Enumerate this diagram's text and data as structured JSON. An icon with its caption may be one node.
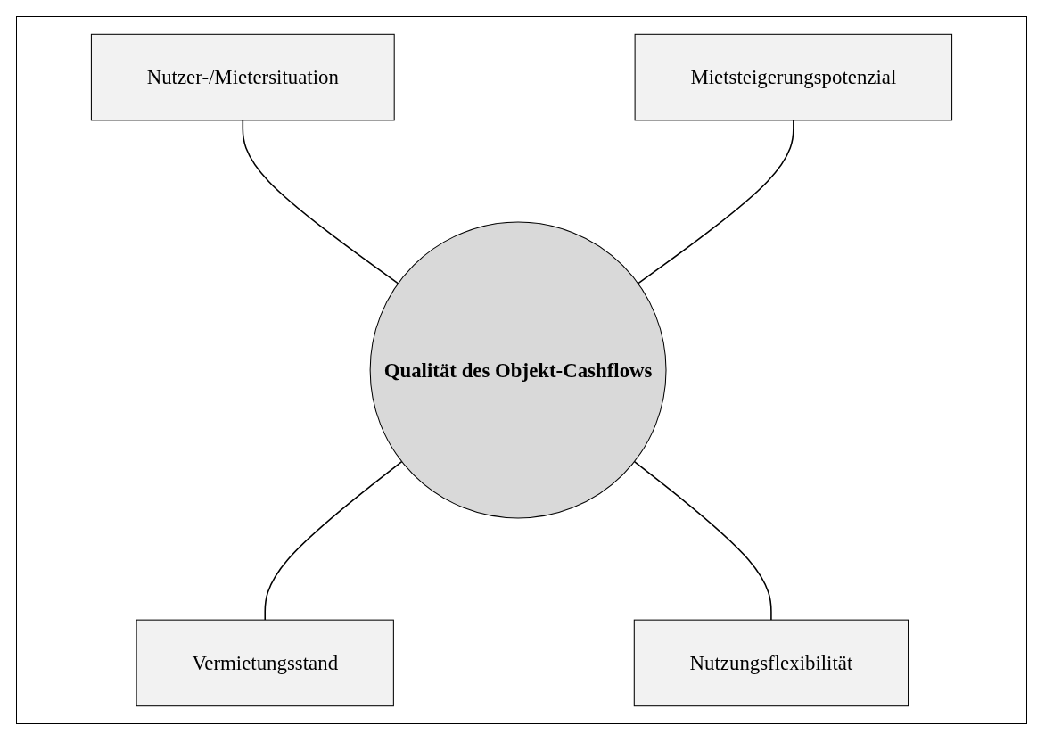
{
  "diagram": {
    "nodes": [
      {
        "text": [
          "Nutzer-/Mietersituation"
        ]
      },
      {
        "text": [
          "Mietsteigerungspotenzial"
        ]
      },
      {
        "text": [
          "Qualität des Objekt-Cashflows"
        ]
      },
      {
        "text": [
          "Vermietungsstand"
        ]
      },
      {
        "text": [
          "Nutzungsflexibilität"
        ]
      }
    ],
    "edges": [
      {
        "from": 0,
        "to": 2,
        "arrow": "none"
      },
      {
        "from": 1,
        "to": 2,
        "arrow": "none"
      },
      {
        "from": 2,
        "to": 3,
        "arrow": "none"
      },
      {
        "from": 2,
        "to": 4,
        "arrow": "none"
      }
    ]
  }
}
